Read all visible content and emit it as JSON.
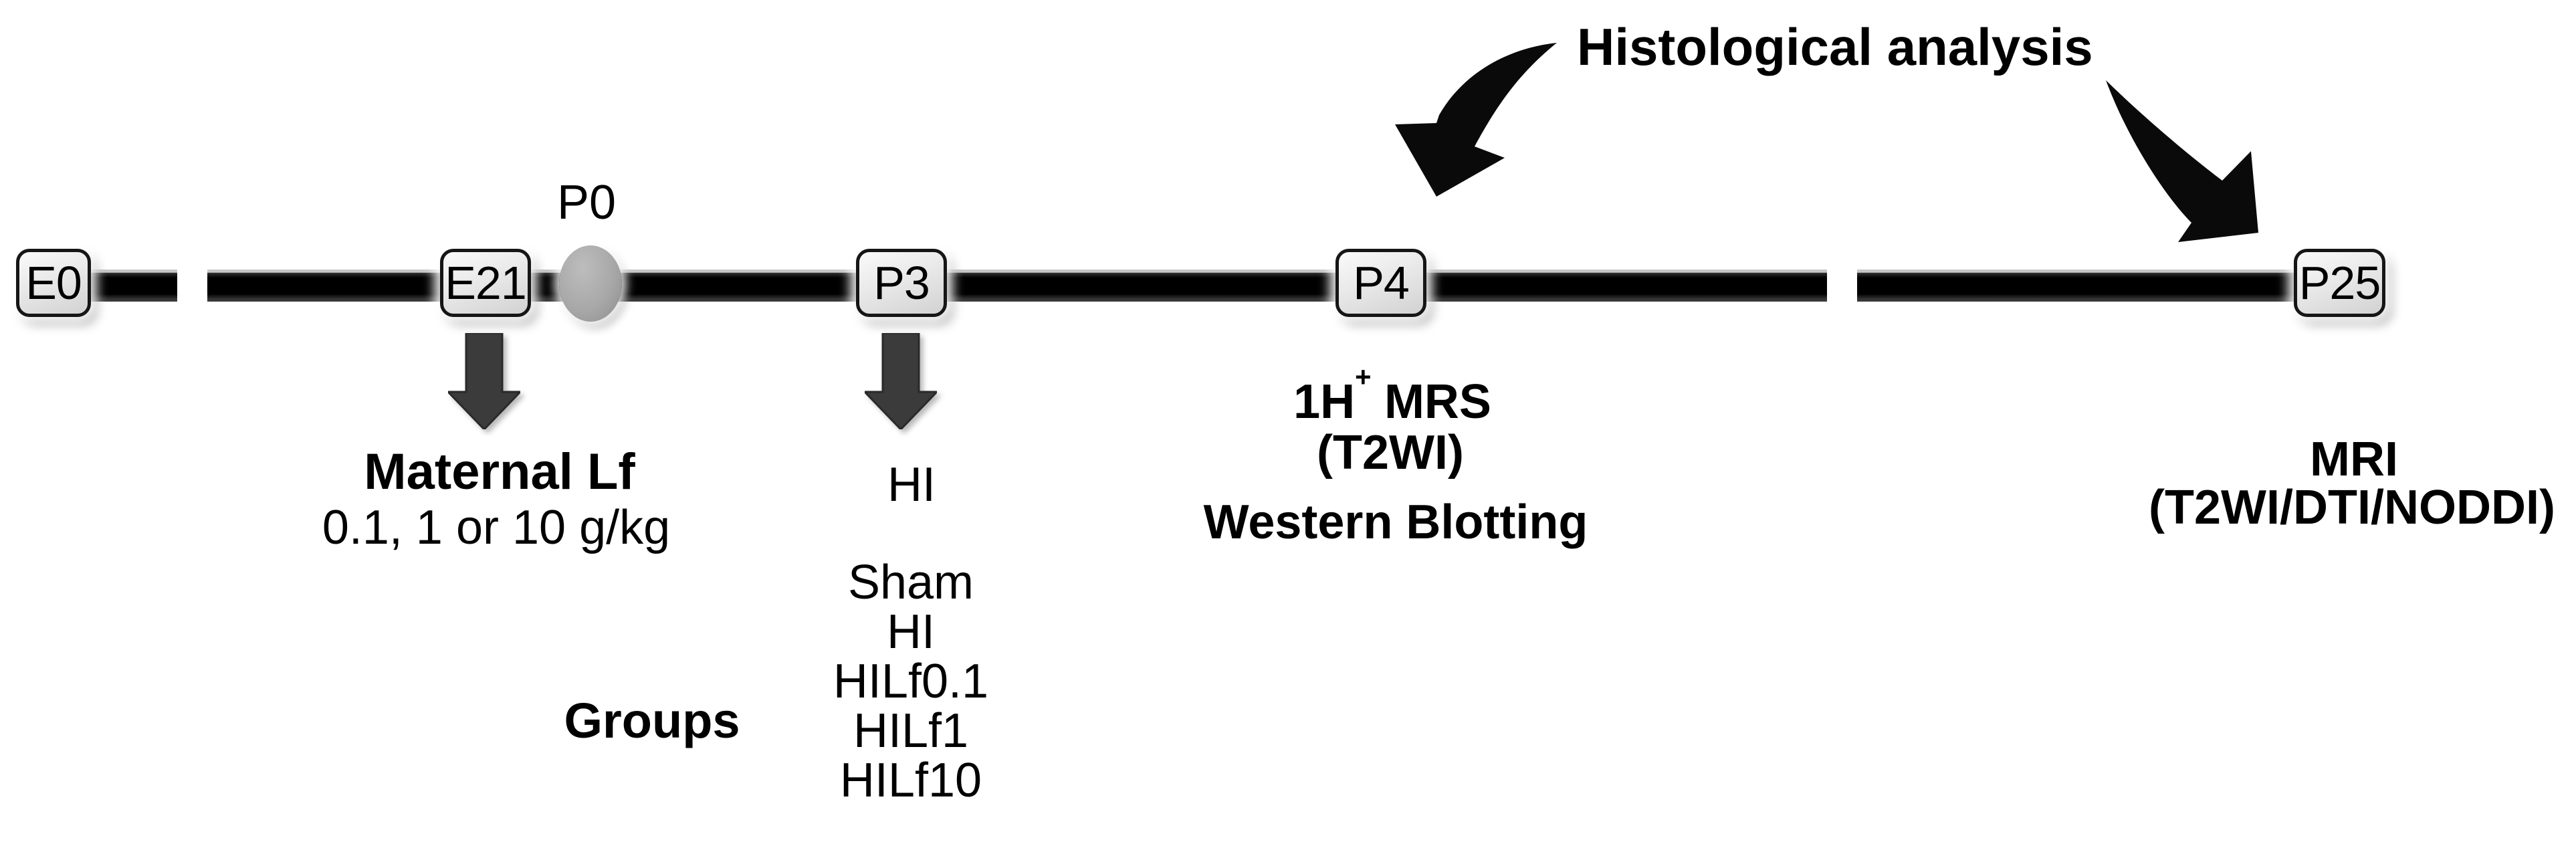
{
  "heading": {
    "histological": "Histological analysis"
  },
  "timeline": {
    "boxes": [
      {
        "label": "E0"
      },
      {
        "label": "E21"
      },
      {
        "label": "P3"
      },
      {
        "label": "P4"
      },
      {
        "label": "P25"
      }
    ],
    "p0_label": "P0"
  },
  "e21_annotation": {
    "title": "Maternal Lf",
    "dose": "0.1, 1 or 10 g/kg"
  },
  "p3_annotation": {
    "event": "HI",
    "groups_label": "Groups",
    "groups": [
      "Sham",
      "HI",
      "HILf0.1",
      "HILf1",
      "HILf10"
    ]
  },
  "p4_annotation": {
    "mrs_base": "1H",
    "mrs_sup": "+",
    "mrs_rest": "MRS",
    "line2": "(T2WI)",
    "line3": "Western Blotting"
  },
  "p25_annotation": {
    "line1": "MRI",
    "line2": "(T2WI/DTI/NODDI)"
  },
  "colors": {
    "bar_black": "#000000",
    "box_border": "#161616",
    "box_fill": "#e9e9e9",
    "p0_circle_gray": "#a8a8a8",
    "down_arrow_gray": "#3b3b3b",
    "curved_arrow_black": "#0a0a0a",
    "text": "#000000"
  }
}
